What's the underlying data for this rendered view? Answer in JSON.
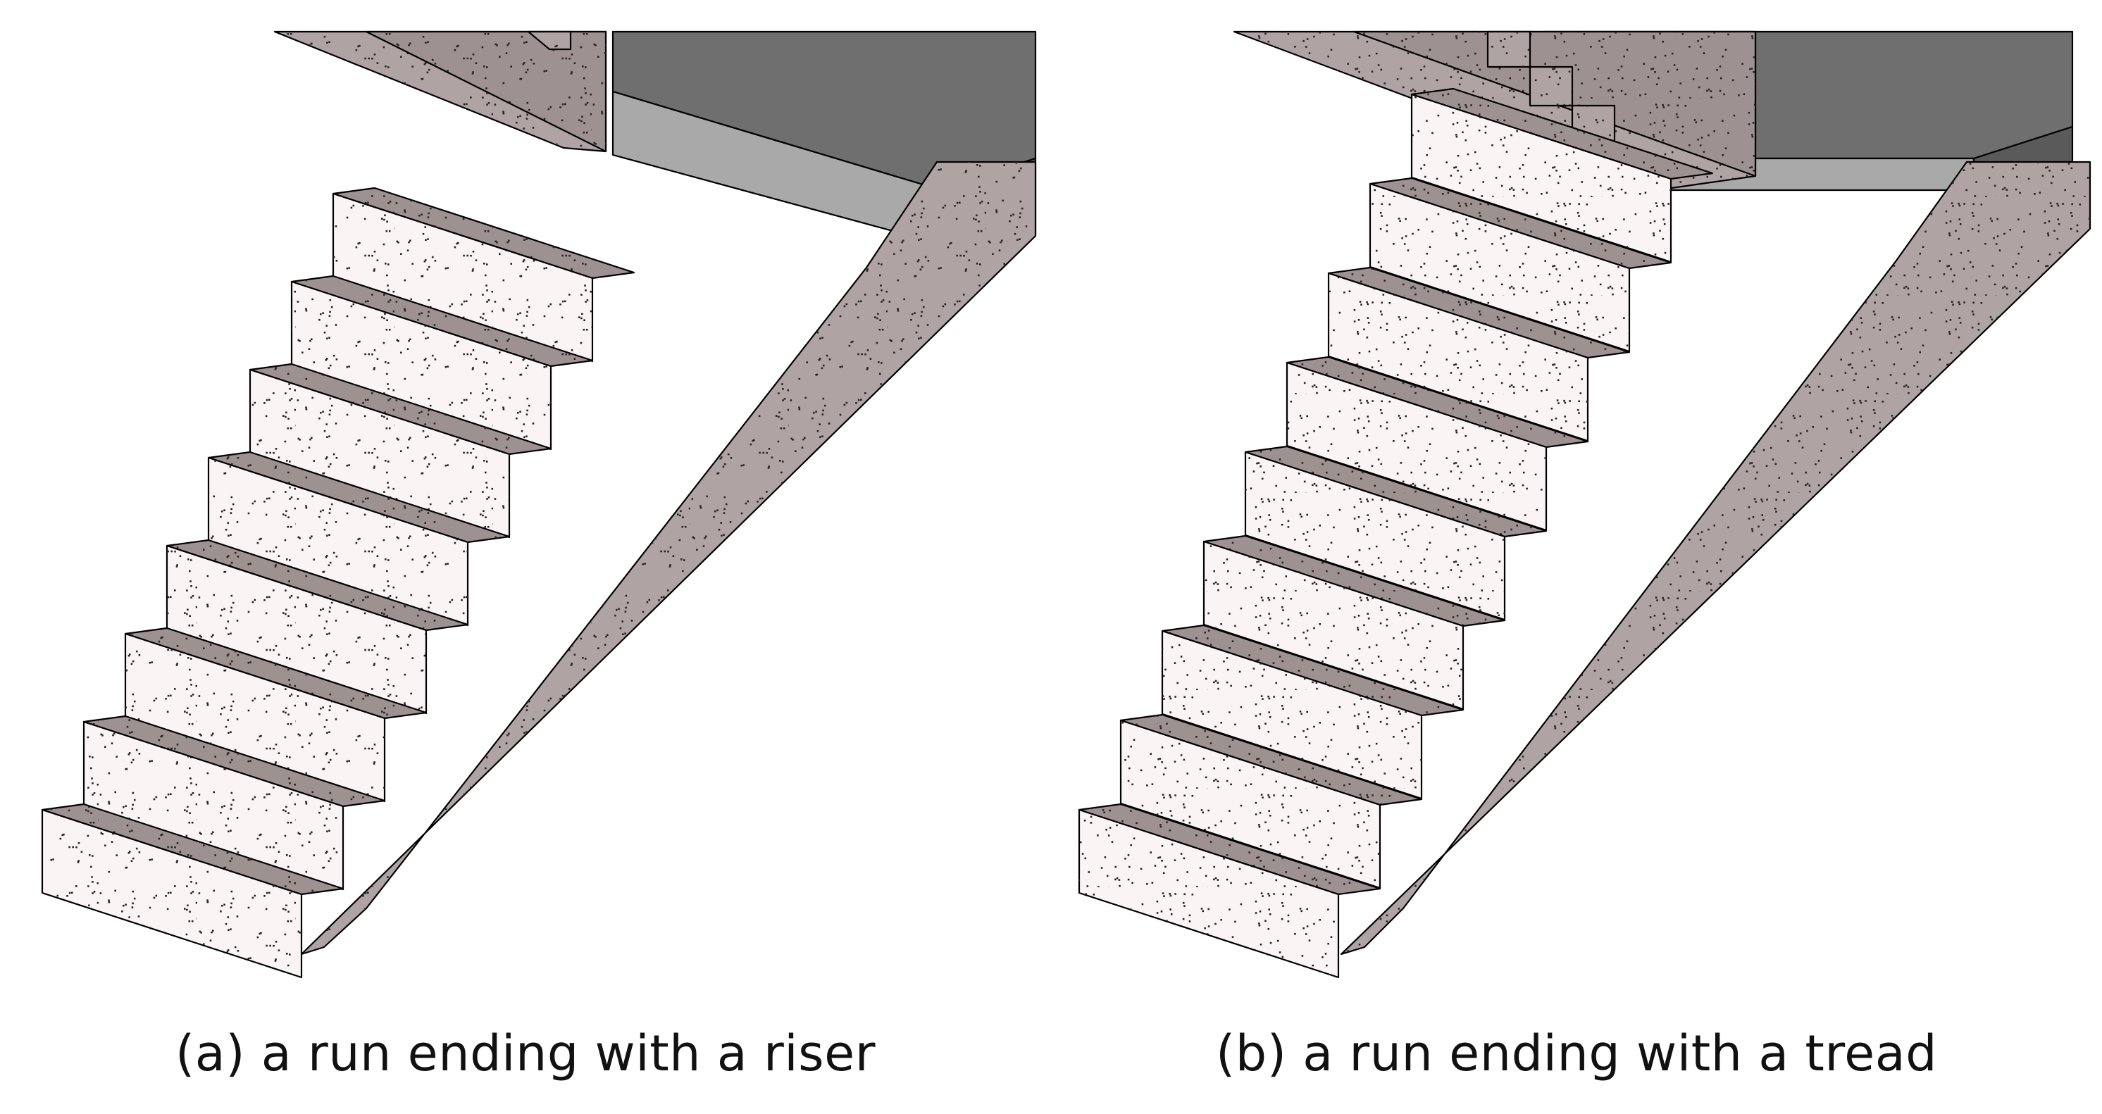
{
  "figure": {
    "panels": [
      {
        "id": "a",
        "caption": "(a) a run ending with a riser",
        "ending": "riser",
        "steps": 8
      },
      {
        "id": "b",
        "caption": "(b) a run ending with a tread",
        "ending": "tread",
        "steps": 9
      }
    ]
  },
  "colors": {
    "tread": "#9e9191",
    "riser": "#fbf4f4",
    "stringer": "#b0a3a3",
    "slab_top": "#6f6f6f",
    "slab_edge": "#a9a9a9",
    "slab_side": "#5a5a5a",
    "outline": "#000000",
    "speckle": "#2a2424"
  }
}
